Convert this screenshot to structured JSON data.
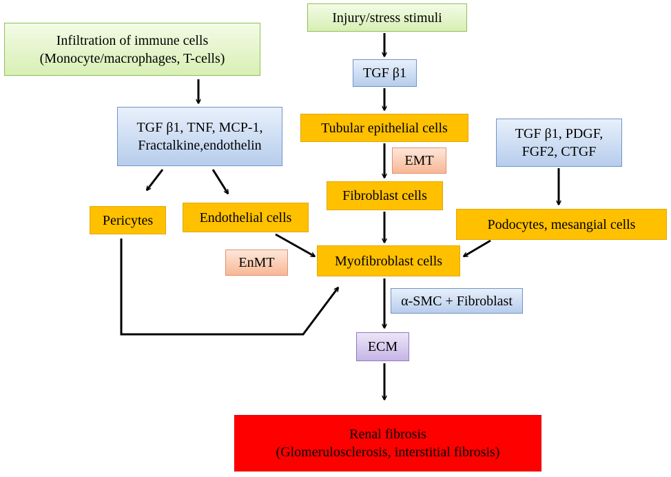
{
  "nodes": {
    "injury": "Injury/stress stimuli",
    "immune": {
      "line1": "Infiltration of immune cells",
      "line2": "(Monocyte/macrophages, T-cells)"
    },
    "tgf_center": "TGF β1",
    "tubular": "Tubular epithelial cells",
    "mediators_left": {
      "line1": "TGF β1, TNF, MCP-1,",
      "line2": "Fractalkine,endothelin"
    },
    "growth_factors_right": {
      "line1": "TGF β1, PDGF,",
      "line2": "FGF2, CTGF"
    },
    "emt": "EMT",
    "fibroblast": "Fibroblast cells",
    "pericytes": "Pericytes",
    "endothelial": "Endothelial cells",
    "podocytes": "Podocytes, mesangial cells",
    "enmt": "EnMT",
    "myofibroblast": "Myofibroblast cells",
    "asmc": "α-SMC + Fibroblast",
    "ecm": "ECM",
    "renal": {
      "line1": "Renal fibrosis",
      "line2": "(Glomerulosclerosis, interstitial fibrosis)"
    }
  },
  "colors": {
    "stimulus": "#d8efb4",
    "mediator": "#b7cdec",
    "cell": "#ffc000",
    "transition": "#f8b795",
    "matrix": "#c5b5e6",
    "outcome": "#ff0000",
    "arrow": "#000000"
  }
}
